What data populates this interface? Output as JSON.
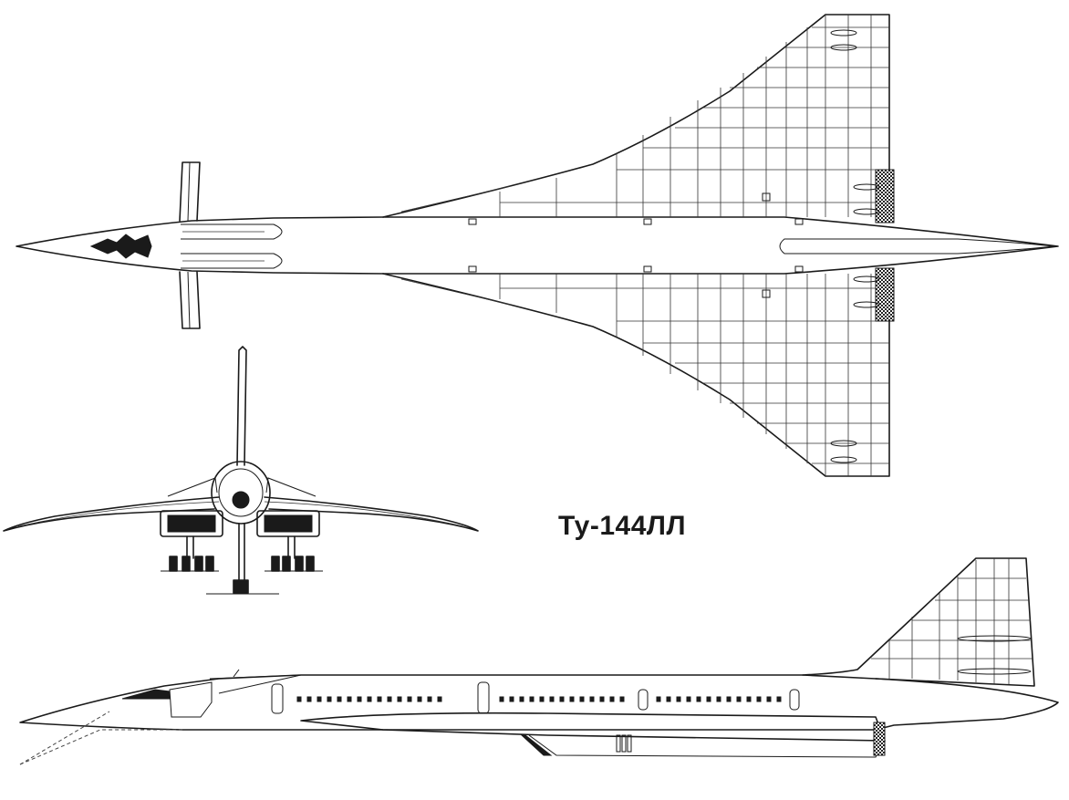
{
  "drawing": {
    "title": "Ту-144ЛЛ",
    "views": [
      "top-view",
      "front-view",
      "side-view"
    ],
    "line_color": "#1a1a1a",
    "background": "#ffffff"
  }
}
